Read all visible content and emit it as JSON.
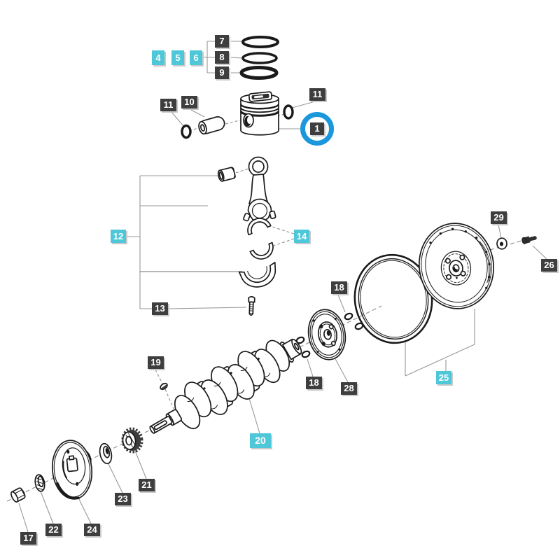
{
  "diagram": {
    "type": "exploded-parts-diagram",
    "subject": "Engine piston, crankshaft and flywheel assembly",
    "selected_part": "1",
    "highlighted_parts": [
      "4",
      "5",
      "6",
      "12",
      "14",
      "20",
      "25"
    ],
    "colors": {
      "label_bg": "#3e3e3e",
      "label_text": "#ffffff",
      "highlight_bg": "#4ec7d9",
      "selection_circle": "#1b97dc",
      "part_line": "#1a1a1a",
      "leader_line": "#98989a"
    },
    "labels": {
      "p7": {
        "text": "7"
      },
      "p8": {
        "text": "8"
      },
      "p9": {
        "text": "9"
      },
      "p4": {
        "text": "4"
      },
      "p5": {
        "text": "5"
      },
      "p6": {
        "text": "6"
      },
      "p11a": {
        "text": "11"
      },
      "p10": {
        "text": "10"
      },
      "p11b": {
        "text": "11"
      },
      "p1": {
        "text": "1"
      },
      "p12": {
        "text": "12"
      },
      "p14": {
        "text": "14"
      },
      "p13": {
        "text": "13"
      },
      "p29": {
        "text": "29"
      },
      "p26": {
        "text": "26"
      },
      "p18a": {
        "text": "18"
      },
      "p28": {
        "text": "28"
      },
      "p25": {
        "text": "25"
      },
      "p18b": {
        "text": "18"
      },
      "p19": {
        "text": "19"
      },
      "p20": {
        "text": "20"
      },
      "p21": {
        "text": "21"
      },
      "p23": {
        "text": "23"
      },
      "p24": {
        "text": "24"
      },
      "p22": {
        "text": "22"
      },
      "p17": {
        "text": "17"
      }
    }
  }
}
